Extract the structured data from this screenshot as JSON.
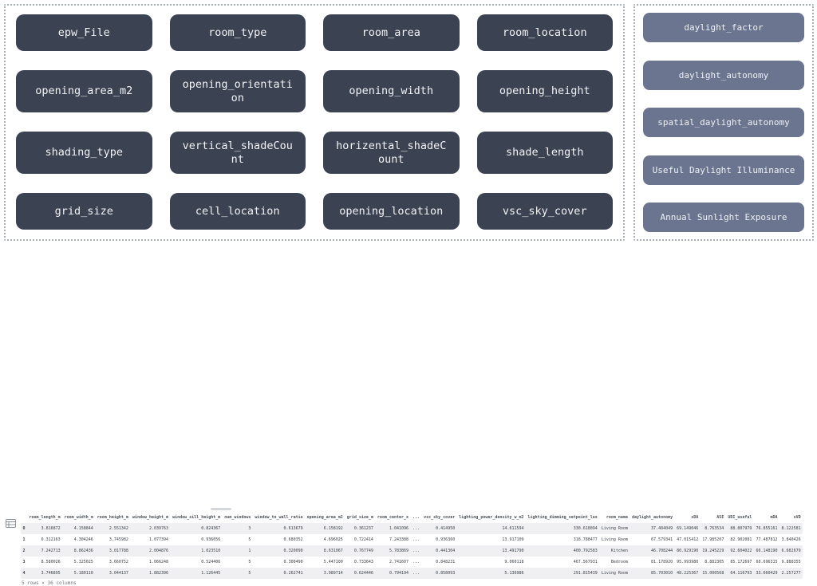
{
  "colors": {
    "input_button_bg": "#3b4252",
    "output_button_bg": "#6c7590",
    "stripe_bg": "#f0f0f2",
    "dotted_border": "#a6adb5"
  },
  "left_panel": {
    "buttons": [
      "epw_File",
      "room_type",
      "room_area",
      "room_location",
      "opening_area_m2",
      "opening_orientation",
      "opening_width",
      "opening_height",
      "shading_type",
      "vertical_shadeCount",
      "horizental_shadeCount",
      "shade_length",
      "grid_size",
      "cell_location",
      "opening_location",
      "vsc_sky_cover"
    ]
  },
  "right_panel": {
    "buttons": [
      "daylight_factor",
      "daylight_autonomy",
      "spatial_daylight_autonomy",
      "Useful Daylight Illuminance",
      "Annual Sunlight Exposure"
    ]
  },
  "table": {
    "columns": [
      "",
      "room_length_m",
      "room_width_m",
      "room_height_m",
      "window_height_m",
      "window_sill_height_m",
      "num_windows",
      "window_to_wall_ratio",
      "opening_area_m2",
      "grid_size_m",
      "room_center_x",
      "...",
      "vsc_sky_cover",
      "lighting_power_density_w_m2",
      "lighting_dimming_setpoint_lux",
      "room_name",
      "daylight_autonomy",
      "sDA",
      "ASE",
      "UDI_useful",
      "mDA",
      "sVD"
    ],
    "rows": [
      [
        "0",
        "3.816872",
        "4.158844",
        "2.551342",
        "2.039763",
        "0.824367",
        "3",
        "0.613679",
        "6.158192",
        "0.361237",
        "1.041096",
        "...",
        "0.414950",
        "14.611594",
        "330.618094",
        "Living Room",
        "37.404049",
        "69.149046",
        "8.763534",
        "88.807979",
        "76.855161",
        "8.122581"
      ],
      [
        "1",
        "6.312163",
        "4.304246",
        "3.745982",
        "1.077394",
        "0.936056",
        "5",
        "0.680352",
        "4.696025",
        "0.722414",
        "7.243388",
        "...",
        "0.936360",
        "13.917109",
        "318.788477",
        "Living Room",
        "67.579341",
        "47.015412",
        "17.985207",
        "82.902081",
        "77.487812",
        "3.840426"
      ],
      [
        "2",
        "7.242713",
        "8.862436",
        "3.017788",
        "2.004876",
        "1.023510",
        "1",
        "0.320090",
        "8.631067",
        "0.767749",
        "5.783869",
        "...",
        "0.441304",
        "13.491790",
        "400.792583",
        "Kitchen",
        "46.708244",
        "80.929190",
        "19.245229",
        "92.604022",
        "66.148190",
        "6.682679"
      ],
      [
        "3",
        "8.580026",
        "5.325025",
        "3.660752",
        "1.066248",
        "0.524406",
        "5",
        "0.300490",
        "5.447100",
        "0.733643",
        "2.741607",
        "...",
        "0.848231",
        "9.060118",
        "467.567931",
        "Bedroom",
        "81.178920",
        "95.993980",
        "8.882305",
        "85.172697",
        "60.696315",
        "9.888355"
      ],
      [
        "4",
        "3.746895",
        "5.180110",
        "3.044137",
        "1.882396",
        "1.126445",
        "5",
        "0.262741",
        "3.989714",
        "0.624446",
        "0.794194",
        "...",
        "0.858093",
        "5.136986",
        "291.815439",
        "Living Room",
        "85.703010",
        "48.225367",
        "15.000568",
        "64.116793",
        "33.660429",
        "2.257277"
      ]
    ],
    "footer": "5 rows × 36 columns"
  }
}
